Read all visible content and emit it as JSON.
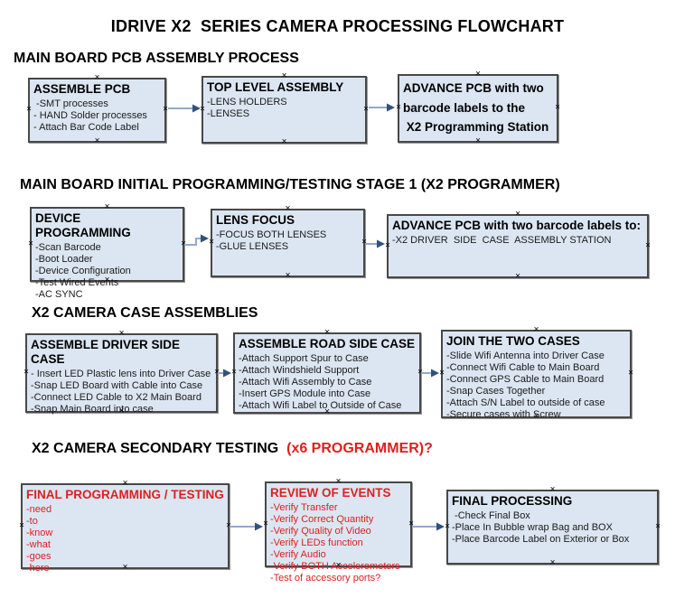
{
  "title": "IDRIVE X2  SERIES CAMERA PROCESSING FLOWCHART",
  "icons": {
    "connection_marker": "×"
  },
  "colors": {
    "box_fill": "#dce6f2",
    "box_border": "#484848",
    "red_text": "#dd2020",
    "arrow_line": "#94a9c7",
    "arrow_head": "#31517e"
  },
  "sections": [
    {
      "header": "MAIN BOARD PCB ASSEMBLY PROCESS",
      "boxes": [
        {
          "title": "ASSEMBLE PCB",
          "body": " -SMT processes\n- HAND Solder processes\n- Attach Bar Code Label"
        },
        {
          "title": "TOP LEVEL ASSEMBLY",
          "body": "-LENS HOLDERS\n-LENSES"
        },
        {
          "title": "ADVANCE PCB with two\nbarcode labels to the\n X2 Programming Station",
          "body": ""
        }
      ]
    },
    {
      "header": "MAIN BOARD INITIAL PROGRAMMING/TESTING STAGE 1 (X2 PROGRAMMER)",
      "boxes": [
        {
          "title": "DEVICE PROGRAMMING",
          "body": "-Scan Barcode\n-Boot Loader\n-Device Configuration\n-Test Wired Events\n-AC SYNC"
        },
        {
          "title": "LENS FOCUS",
          "body": "-FOCUS BOTH LENSES\n-GLUE LENSES"
        },
        {
          "title": "ADVANCE PCB with two barcode labels to:",
          "body": "-X2 DRIVER  SIDE  CASE  ASSEMBLY STATION"
        }
      ]
    },
    {
      "header": "X2 CAMERA CASE ASSEMBLIES",
      "boxes": [
        {
          "title": "ASSEMBLE DRIVER SIDE CASE",
          "body": "- Insert LED Plastic lens into Driver Case\n-Snap LED Board with Cable into Case\n-Connect LED Cable to X2 Main Board\n-Snap Main Board into case"
        },
        {
          "title": "ASSEMBLE ROAD SIDE CASE",
          "body": "-Attach Support Spur to Case\n-Attach Windshield Support\n-Attach Wifi Assembly to Case\n-Insert GPS Module into Case\n-Attach Wifi Label to Outside of Case"
        },
        {
          "title": "JOIN THE TWO CASES",
          "body": "-Slide Wifi Antenna into Driver Case\n-Connect Wifi Cable to Main Board\n-Connect GPS Cable to Main Board\n-Snap Cases Together\n-Attach S/N Label to outside of case\n-Secure cases with Screw"
        }
      ]
    },
    {
      "header": "X2 CAMERA SECONDARY TESTING  ",
      "header_suffix": "(x6 PROGRAMMER)?",
      "boxes": [
        {
          "title": "FINAL PROGRAMMING / TESTING",
          "body": "-need\n-to\n-know\n-what\n-goes\n-here"
        },
        {
          "title": "REVIEW OF EVENTS",
          "body": "-Verify Transfer\n-Verify Correct Quantity\n-Verify Quality of Video\n-Verify LEDs function\n-Verify Audio\n-Verify BOTH Accelerometers\n-Test of accessory ports?"
        },
        {
          "title": "FINAL PROCESSING",
          "body": " -Check Final Box\n-Place In Bubble wrap Bag and BOX\n-Place Barcode Label on Exterior or Box"
        }
      ]
    }
  ]
}
